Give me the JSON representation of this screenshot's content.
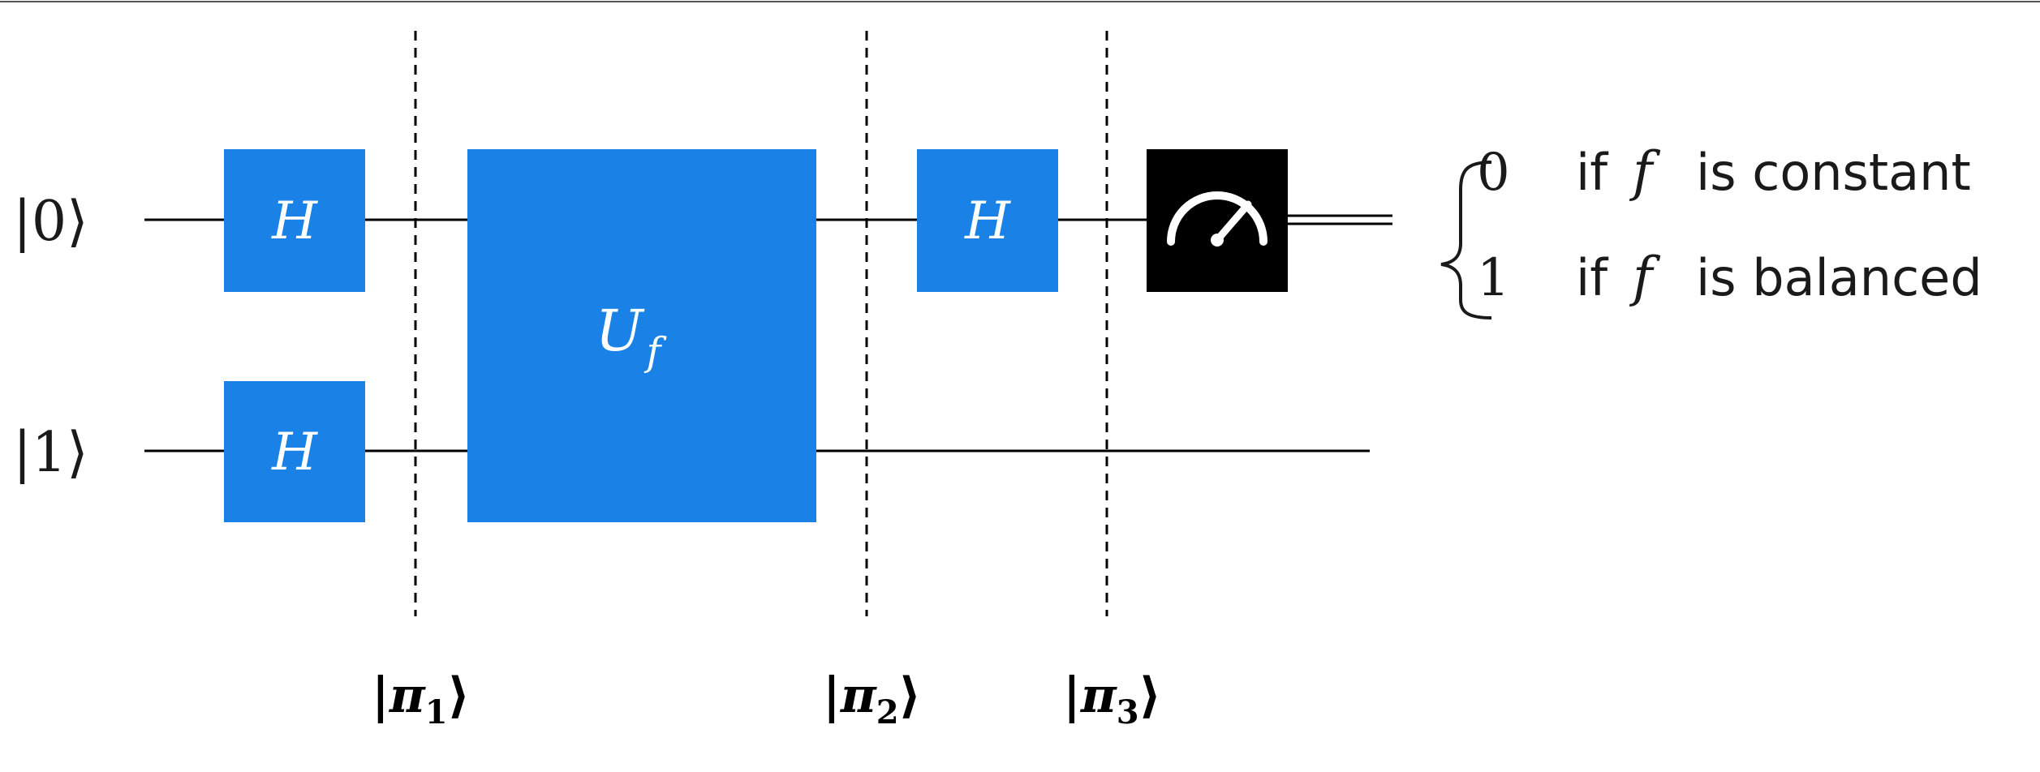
{
  "circuit": {
    "inputs": [
      "|0⟩",
      "|1⟩"
    ],
    "hadamard_label": "H",
    "oracle": {
      "base": "U",
      "subscript": "f"
    },
    "barriers": [
      {
        "base": "π",
        "index": "1"
      },
      {
        "base": "π",
        "index": "2"
      },
      {
        "base": "π",
        "index": "3"
      }
    ],
    "gate_color": "#1a82e6",
    "measure_color": "#000000"
  },
  "outcome": {
    "rows": [
      {
        "digit": "0",
        "pre": "if",
        "var": "f",
        "post": "is constant"
      },
      {
        "digit": "1",
        "pre": "if",
        "var": "f",
        "post": "is balanced"
      }
    ]
  }
}
